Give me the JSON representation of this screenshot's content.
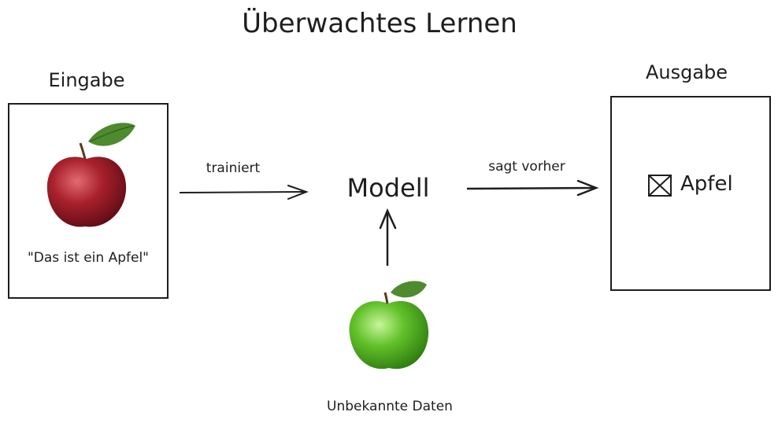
{
  "title": "Überwachtes Lernen",
  "input": {
    "heading": "Eingabe",
    "caption": "\"Das ist ein Apfel\""
  },
  "edges": {
    "train_label": "trainiert",
    "predict_label": "sagt vorher"
  },
  "model": {
    "label": "Modell"
  },
  "output": {
    "heading": "Ausgabe",
    "result": "Apfel"
  },
  "new_data": {
    "caption": "Unbekannte Daten"
  },
  "icons": {
    "red_apple": "red-apple-icon",
    "green_apple": "green-apple-icon",
    "result_checkbox": "checkbox-crossed-icon"
  },
  "colors": {
    "stroke": "#1e1e1e",
    "red_apple": "#a3222c",
    "green_apple": "#5fc126",
    "leaf": "#4e8a2e"
  }
}
